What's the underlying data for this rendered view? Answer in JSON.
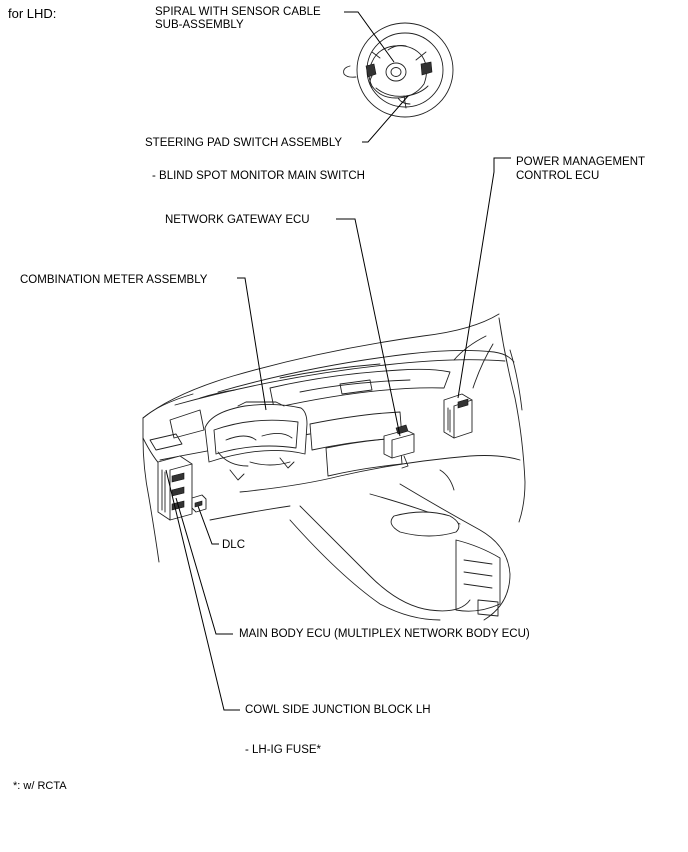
{
  "heading": "for LHD:",
  "labels": {
    "spiral_line1": "SPIRAL WITH SENSOR CABLE",
    "spiral_line2": "SUB-ASSEMBLY",
    "steering_pad": "STEERING PAD SWITCH ASSEMBLY",
    "blind_spot": "- BLIND SPOT MONITOR MAIN SWITCH",
    "power_line1": "POWER MANAGEMENT",
    "power_line2": "CONTROL ECU",
    "network_gateway": "NETWORK GATEWAY ECU",
    "combination_meter": "COMBINATION METER ASSEMBLY",
    "dlc": "DLC",
    "main_body": "MAIN BODY ECU (MULTIPLEX NETWORK BODY ECU)",
    "cowl_side": "COWL SIDE JUNCTION BLOCK LH",
    "lh_ig": "- LH-IG FUSE*"
  },
  "footnote": "*: w/ RCTA"
}
